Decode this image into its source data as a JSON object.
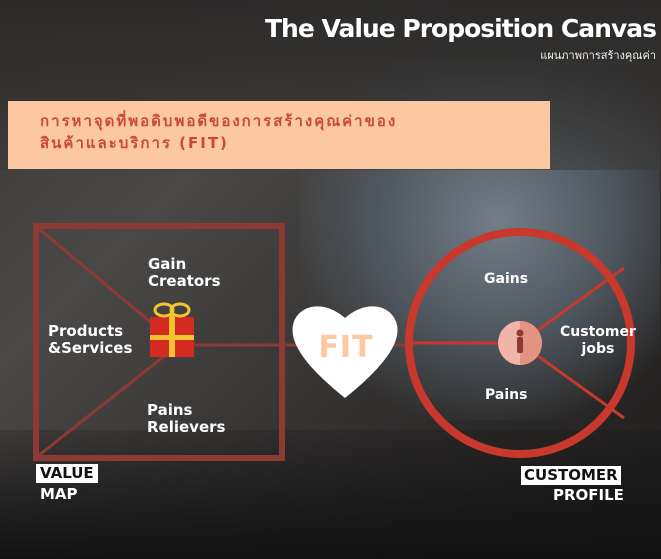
{
  "header": {
    "title": "The Value Proposition Canvas",
    "subtitle": "แผนภาพการสร้างคุณค่า"
  },
  "banner": {
    "line1": "การหาจุดที่พอดิบพอดีของการสร้างคุณค่าของ",
    "line2": "สินค้าและบริการ (FIT)"
  },
  "value_map": {
    "gain_creators": [
      "Gain",
      "Creators"
    ],
    "products_services": [
      "Products",
      "&Services"
    ],
    "pain_relievers": [
      "Pains",
      "Relievers"
    ],
    "tag_line1": "VALUE",
    "tag_line2": "MAP"
  },
  "fit": {
    "label": "FIT"
  },
  "customer_profile": {
    "gains": "Gains",
    "customer_jobs": [
      "Customer",
      "jobs"
    ],
    "pains": "Pains",
    "tag_line1": "CUSTOMER",
    "tag_line2": "PROFILE"
  },
  "colors": {
    "frame_red": "#8e3a34",
    "circle_red": "#c8382c",
    "banner_peach": "#fcc8a2",
    "banner_text": "#c84a3a",
    "gift_red": "#d42a22",
    "gift_ribbon": "#f4c430",
    "heart": "#ffffff"
  },
  "icons": {
    "gift": "gift-box-icon",
    "heart": "heart-icon",
    "customer": "person-icon"
  }
}
